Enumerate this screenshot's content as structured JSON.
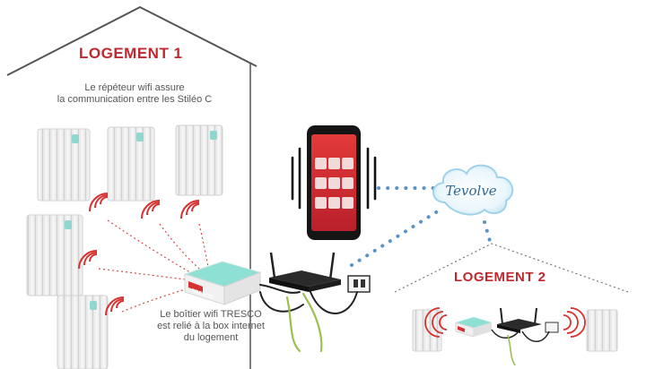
{
  "logement1": {
    "title": "LOGEMENT 1",
    "caption_l1": "Le répéteur wifi assure",
    "caption_l2": "la communication entre les Stiléo C"
  },
  "boitier": {
    "caption_l1": "Le boîtier wifi TRESCO",
    "caption_l2": "est relié à la box internet",
    "caption_l3": "du logement",
    "brand": "TRESCO"
  },
  "cloud": {
    "label": "Tevolve"
  },
  "logement2": {
    "title": "LOGEMENT 2"
  },
  "colors": {
    "title_red": "#c0282e",
    "wave_red": "#d6322f",
    "dotted_blue": "#5b93c9",
    "dotted_red": "#d84a4a",
    "cable_green": "#9cbf4f",
    "teal": "#7ed6cc",
    "roof": "#555555"
  }
}
